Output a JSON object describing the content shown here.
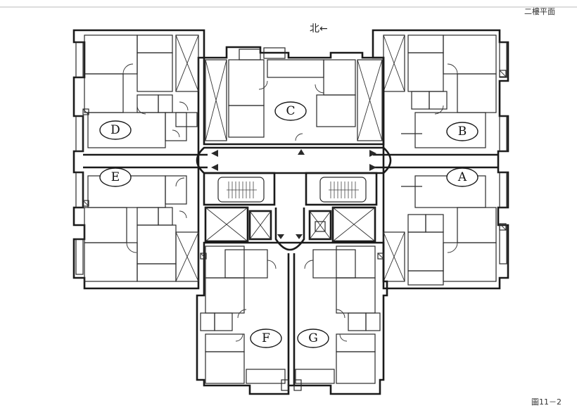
{
  "header": {
    "north_label": "北←",
    "corner_top": "二樓平面",
    "corner_bottom": "圖11－2"
  },
  "units": [
    "A",
    "B",
    "C",
    "D",
    "E",
    "F",
    "G"
  ]
}
